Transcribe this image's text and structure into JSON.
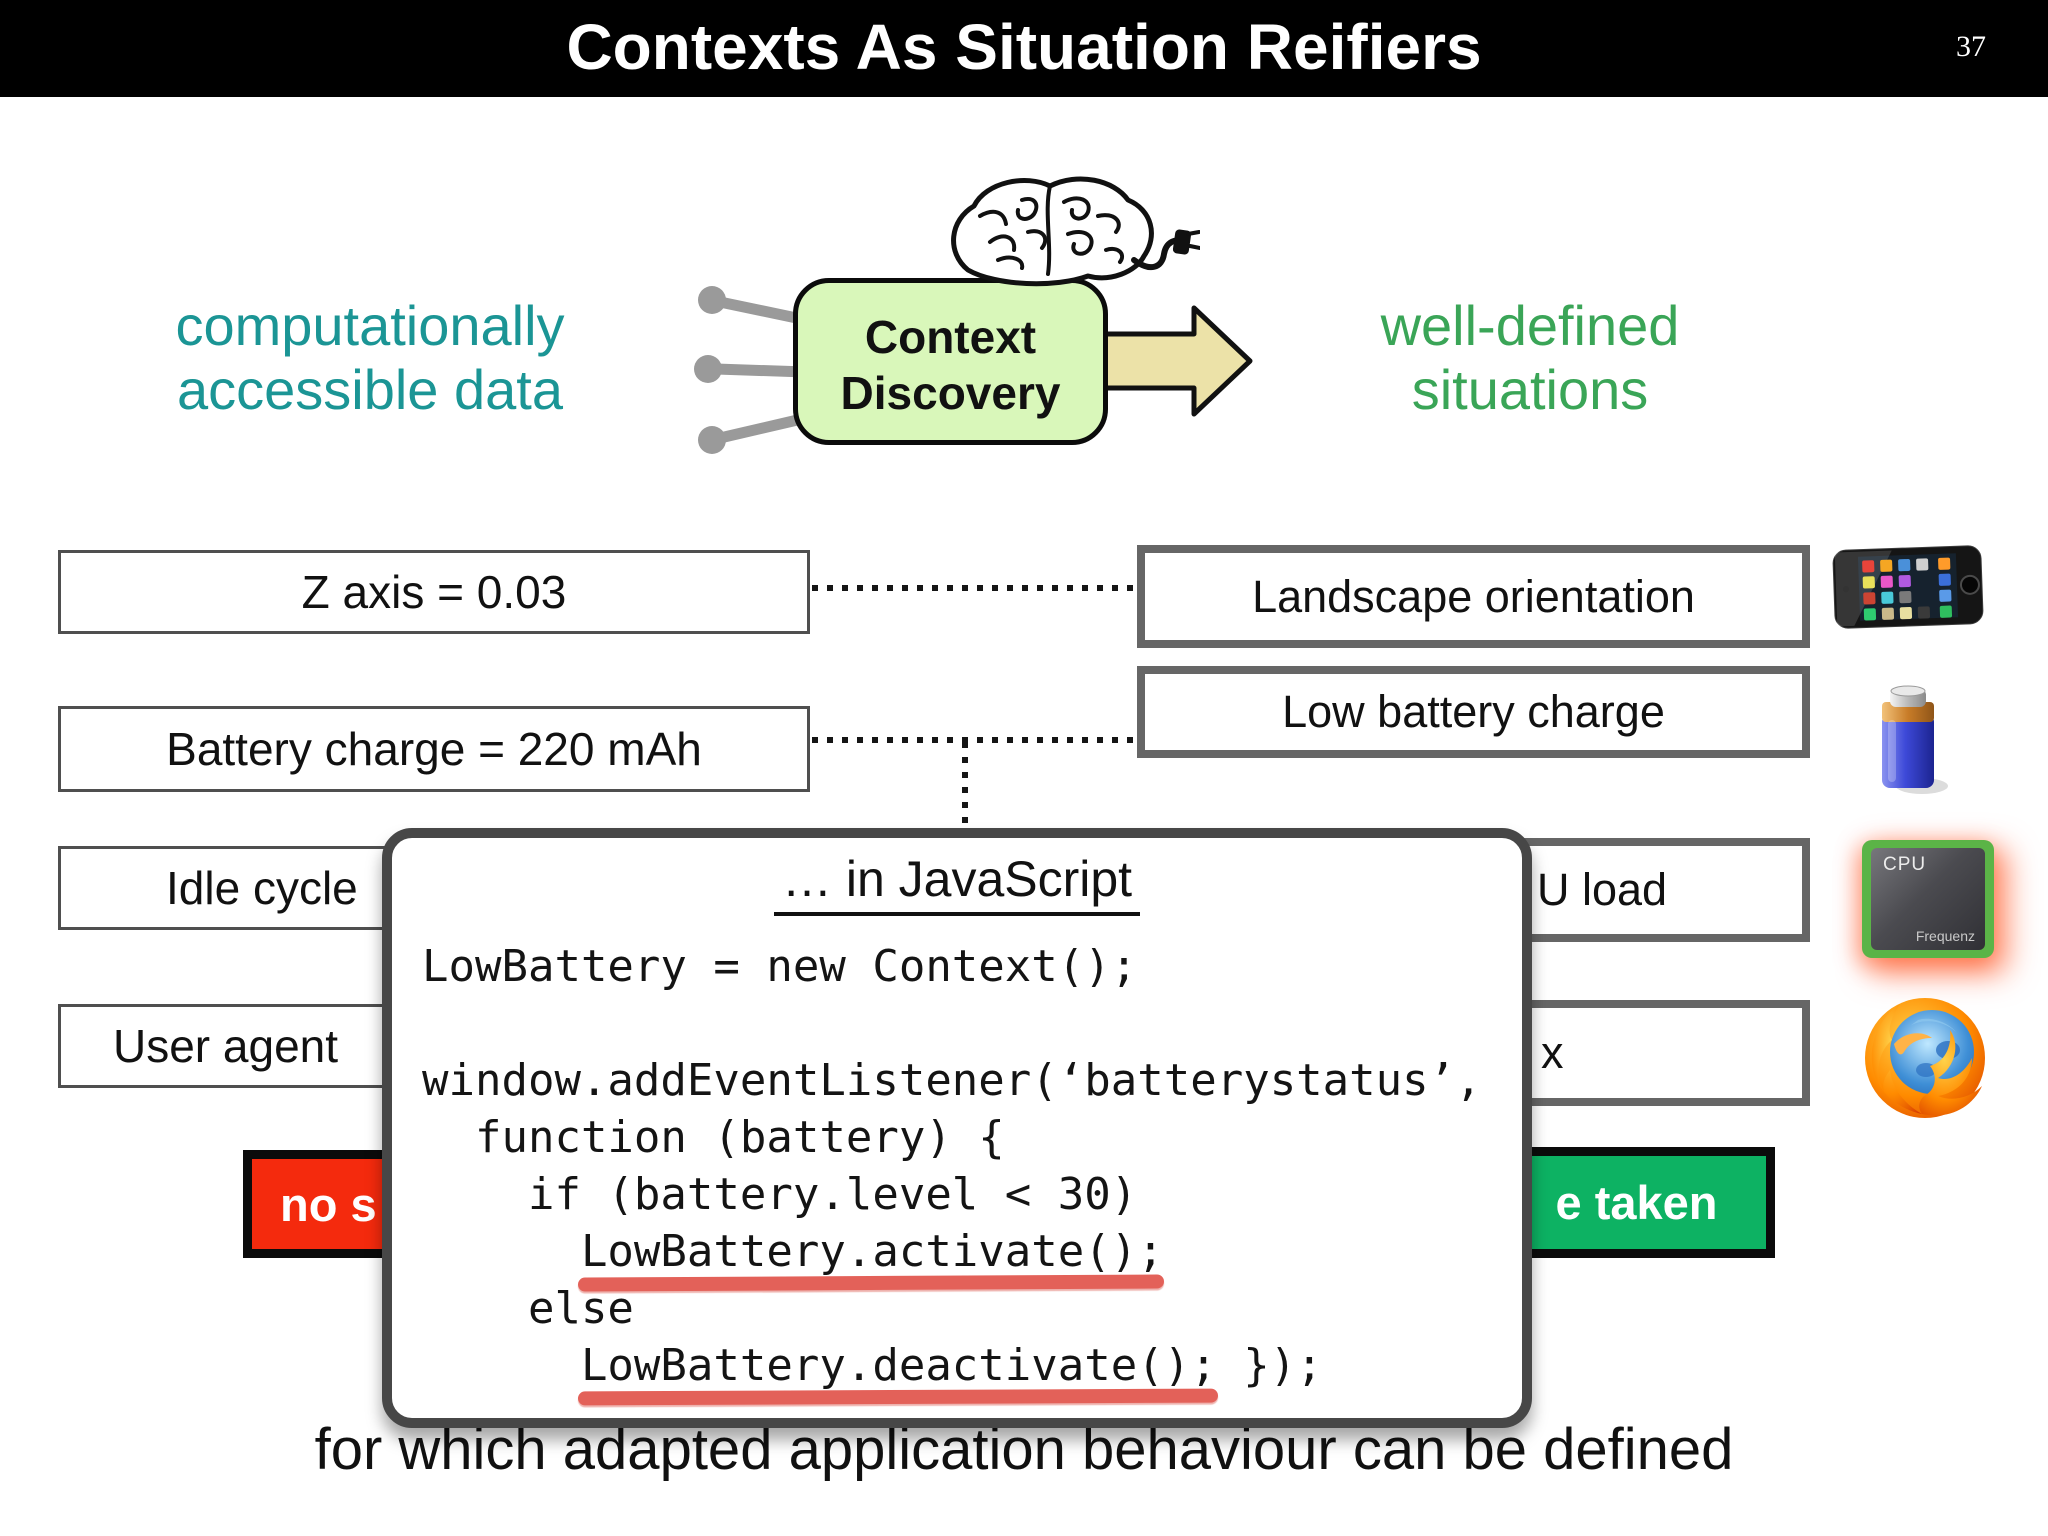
{
  "header": {
    "title": "Contexts As Situation Reifiers",
    "slide_number": "37"
  },
  "flow": {
    "input_label": [
      "computationally",
      "accessible data"
    ],
    "context_box": [
      "Context",
      "Discovery"
    ],
    "output_label": [
      "well-defined",
      "situations"
    ]
  },
  "rows": [
    {
      "data": "Z axis = 0.03",
      "situation": "Landscape orientation",
      "icon": "iphone-icon"
    },
    {
      "data": "Battery charge = 220 mAh",
      "situation": "Low battery charge",
      "icon": "battery-icon"
    },
    {
      "data": "Idle cycle",
      "situation": "U load",
      "icon": "cpu-icon"
    },
    {
      "data": "User agent",
      "situation": "x",
      "icon": "firefox-icon"
    }
  ],
  "cpu_chip_labels": {
    "top": "CPU",
    "bottom": "Frequenz"
  },
  "badges": {
    "negative": "no s",
    "positive": "e taken"
  },
  "popup": {
    "title": "… in JavaScript",
    "code": [
      "LowBattery = new Context();",
      "",
      "window.addEventListener(‘batterystatus’,",
      "  function (battery) {",
      "    if (battery.level < 30)",
      "      LowBattery.activate();",
      "    else",
      "      LowBattery.deactivate(); });"
    ]
  },
  "footer": {
    "text": "for which adapted application behaviour can be defined"
  },
  "colors": {
    "header_bg": "#000000",
    "input_text": "#1b9595",
    "output_text": "#3aa557",
    "context_box_fill": "#d9f7ba",
    "arrow_fill": "#ece2a8",
    "negative_badge": "#f42a0d",
    "positive_badge": "#0db263",
    "annotation_underline": "#e1544b",
    "popup_border": "#474747"
  }
}
